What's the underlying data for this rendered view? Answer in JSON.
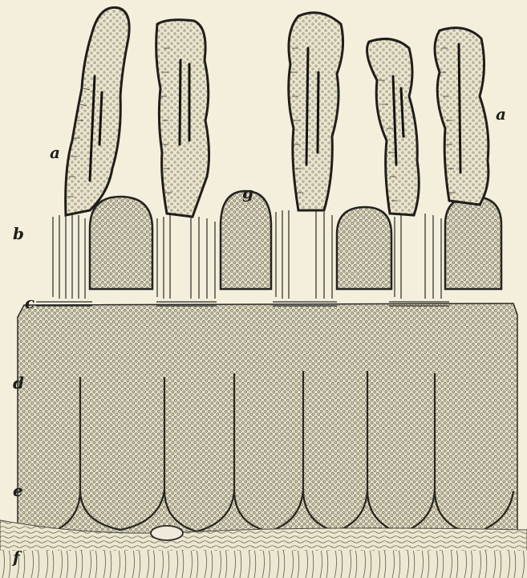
{
  "figure": {
    "labels": {
      "a_left": "a",
      "a_right": "a",
      "b": "b",
      "c": "c",
      "d": "d",
      "e": "e",
      "f": "f",
      "g": "g"
    },
    "colors": {
      "paper": "#f3efdc",
      "ink": "#1e1e1a",
      "tissue": "#e6e1c8",
      "cells": "#7d7a6c"
    }
  }
}
